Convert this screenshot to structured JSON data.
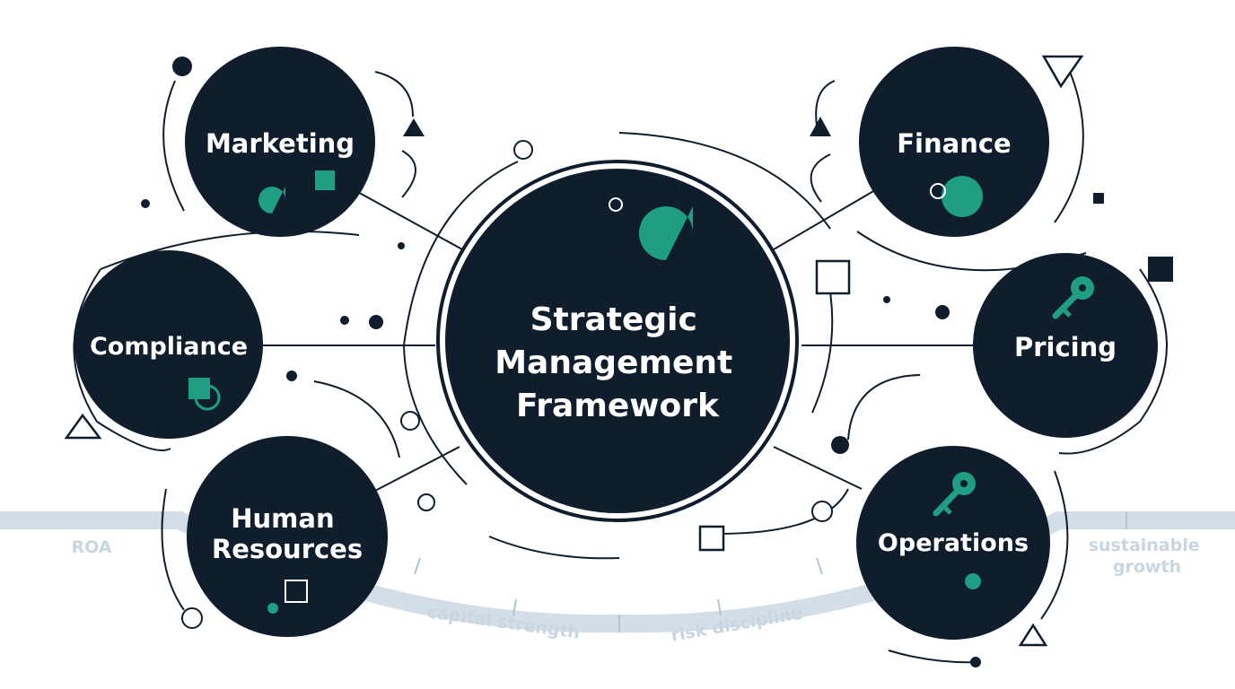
{
  "diagram": {
    "center": {
      "lines": [
        "Strategic",
        "Management",
        "Framework"
      ]
    },
    "nodes": {
      "marketing": {
        "lines": [
          "Marketing"
        ]
      },
      "finance": {
        "lines": [
          "Finance"
        ]
      },
      "compliance": {
        "lines": [
          "Compliance"
        ]
      },
      "pricing": {
        "lines": [
          "Pricing"
        ]
      },
      "human_resources": {
        "lines": [
          "Human",
          "Resources"
        ]
      },
      "operations": {
        "lines": [
          "Operations"
        ]
      }
    },
    "axis_labels": {
      "roa": "ROA",
      "capital_strength": "capital strength",
      "risk_discipline": "risk discipline",
      "sustainable_growth": [
        "sustainable",
        "growth"
      ]
    },
    "colors": {
      "node_fill": "#0f1d2c",
      "accent": "#1f9e82",
      "line": "#0f1d2c",
      "track": "#d3dee8",
      "track_label": "#c9d6e1"
    },
    "icons": {
      "marketing": [
        "drop-icon",
        "square-icon"
      ],
      "finance": [
        "ring-icon",
        "dot-icon"
      ],
      "compliance": [
        "square-ring-icon"
      ],
      "pricing": [
        "key-icon"
      ],
      "human_resources": [
        "outline-square-icon",
        "dot-icon"
      ],
      "operations": [
        "key-icon",
        "dot-icon"
      ],
      "center": [
        "drop-icon",
        "ring-icon"
      ]
    }
  }
}
